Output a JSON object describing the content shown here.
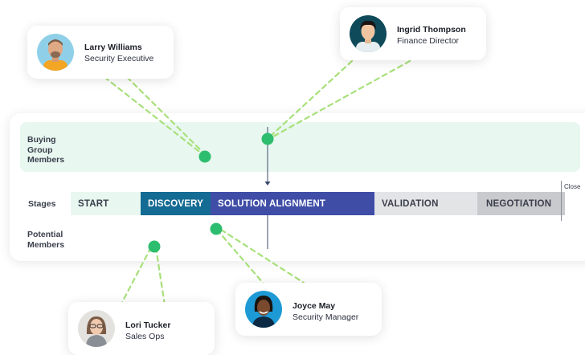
{
  "rows": {
    "buying_group": "Buying\nGroup\nMembers",
    "stages": "Stages",
    "potential": "Potential\nMembers"
  },
  "stages": [
    {
      "label": "START",
      "bg": "#e8f7f0",
      "color": "#3a3f4c"
    },
    {
      "label": "DISCOVERY",
      "bg": "#146b93",
      "color": "#ffffff"
    },
    {
      "label": "SOLUTION ALIGNMENT",
      "bg": "#3f4da6",
      "color": "#ffffff"
    },
    {
      "label": "VALIDATION",
      "bg": "#e3e4e6",
      "color": "#3a3f4c"
    },
    {
      "label": "NEGOTIATION",
      "bg": "#c9cacd",
      "color": "#3a3f4c"
    }
  ],
  "close_label": "Close",
  "people": {
    "larry": {
      "name": "Larry Williams",
      "role": "Security Executive"
    },
    "ingrid": {
      "name": "Ingrid Thompson",
      "role": "Finance Director"
    },
    "lori": {
      "name": "Lori Tucker",
      "role": "Sales Ops"
    },
    "joyce": {
      "name": "Joyce May",
      "role": "Security Manager"
    }
  },
  "colors": {
    "accent_green": "#2dbd6e",
    "dash_green": "#a8e07a",
    "marker_line": "#3b4a6b"
  },
  "icons": [
    "caret-down-icon"
  ]
}
